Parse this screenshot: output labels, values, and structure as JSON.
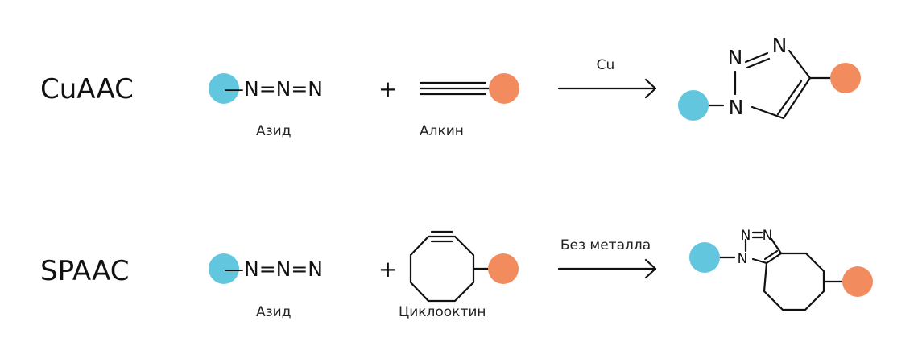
{
  "colors": {
    "azide_group": "#62C6DF",
    "alkyne_group": "#F28C5E",
    "ink": "#111111"
  },
  "rows": [
    {
      "name": "CuAAC",
      "azide_formula": "—N=N=N",
      "azide_label": "Азид",
      "plus": "+",
      "partner_label": "Алкин",
      "condition": "Cu",
      "product_atoms": [
        "N",
        "N",
        "N"
      ]
    },
    {
      "name": "SPAAC",
      "azide_formula": "—N=N=N",
      "azide_label": "Азид",
      "plus": "+",
      "partner_label": "Циклооктин",
      "condition": "Без металла",
      "product_atoms": [
        "N",
        "N",
        "N"
      ]
    }
  ]
}
